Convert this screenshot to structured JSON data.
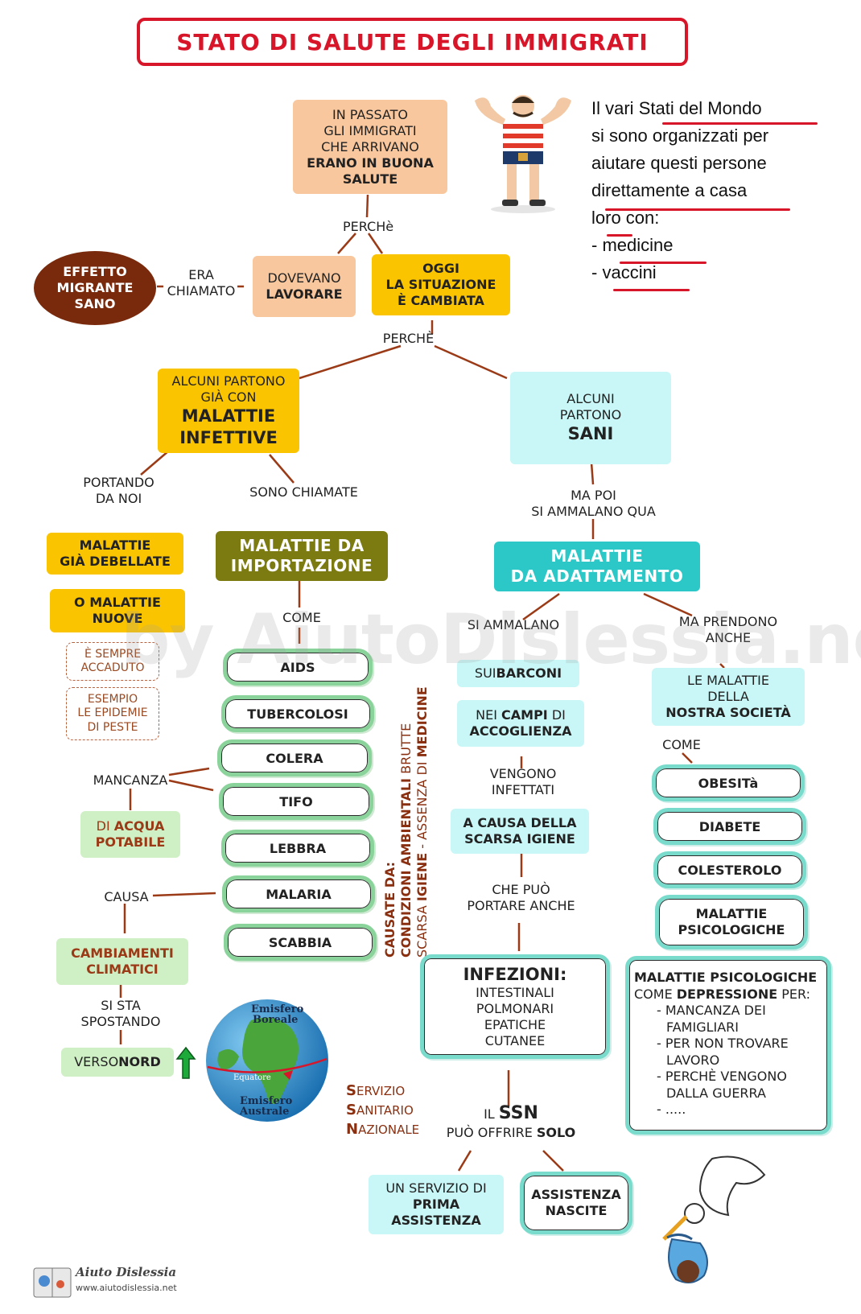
{
  "title": "STATO DI SALUTE DEGLI IMMIGRATI",
  "top_box": {
    "l1": "IN PASSATO",
    "l2": "GLI IMMIGRATI",
    "l3": "CHE ARRIVANO",
    "b1": "ERANO IN BUONA",
    "b2": "SALUTE"
  },
  "perche1": "PERCHè",
  "dovevano": {
    "l1": "DOVEVANO",
    "l2": "LAVORARE"
  },
  "oggi": {
    "l1": "OGGI",
    "l2": "LA SITUAZIONE",
    "l3": "È CAMBIATA"
  },
  "era_chiamato": {
    "l1": "ERA",
    "l2": "CHIAMATO"
  },
  "effetto": {
    "l1": "EFFETTO",
    "l2": "MIGRANTE",
    "l3": "SANO"
  },
  "perche2": "PERCHÈ",
  "side_text": {
    "l1a": "Il vari ",
    "l1b": "Stati  del Mondo",
    "l2": "si sono  organizzati per",
    "l3": "aiutare questi persone",
    "l4": "direttamente a casa",
    "l5a": "loro",
    "l5b": " con:",
    "l6a": "- ",
    "l6b": "medicine",
    "l7a": "- ",
    "l7b": "vaccini"
  },
  "alcuni_infettive": {
    "l1": "ALCUNI PARTONO",
    "l2": "GIÀ CON",
    "b1": "MALATTIE",
    "b2": "INFETTIVE"
  },
  "alcuni_sani": {
    "l1": "ALCUNI",
    "l2": "PARTONO",
    "b1": "SANI"
  },
  "portando": {
    "l1": "PORTANDO",
    "l2": "DA NOI"
  },
  "sono_chiamate": "SONO CHIAMATE",
  "ma_poi": {
    "l1": "MA POI",
    "l2": "SI AMMALANO QUA"
  },
  "debellate": {
    "l1": "MALATTIE",
    "l2": "GIÀ DEBELLATE"
  },
  "nuove": {
    "l1": "O MALATTIE",
    "l2": "NUOVE"
  },
  "importazione": {
    "l1": "MALATTIE  DA",
    "l2": "IMPORTAZIONE"
  },
  "adattamento": {
    "l1": "MALATTIE",
    "l2": "DA ADATTAMENTO"
  },
  "sempre": {
    "l1": "È SEMPRE",
    "l2": "ACCADUTO"
  },
  "esempio": {
    "l1": "ESEMPIO",
    "l2": "LE EPIDEMIE",
    "l3": "DI PESTE"
  },
  "come1": "COME",
  "diseases": [
    "AIDS",
    "TUBERCOLOSI",
    "COLERA",
    "TIFO",
    "LEBBRA",
    "MALARIA",
    "SCABBIA"
  ],
  "mancanza": "MANCANZA",
  "acqua": {
    "a": "DI ",
    "b": "ACQUA",
    "c": "POTABILE"
  },
  "causa": "CAUSA",
  "cambiamenti": {
    "l1": "CAMBIAMENTI",
    "l2": "CLIMATICI"
  },
  "si_sta": {
    "l1": "SI STA",
    "l2": "SPOSTANDO"
  },
  "verso": {
    "a": "VERSO ",
    "b": "NORD"
  },
  "globe": {
    "north": "Emisfero",
    "north2": "Boreale",
    "eq": "Equatore",
    "south": "Emisfero",
    "south2": "Australe"
  },
  "vertical": {
    "l1": "CAUSATE DA:",
    "l2a": "CONDIZIONI AMBIENTALI",
    "l2b": " BRUTTE",
    "l3a": "SCARSA ",
    "l3b": "IGIENE",
    "l3c": " - ASSENZA DI ",
    "l3d": "MEDICINE"
  },
  "si_ammalano": "SI AMMALANO",
  "barconi": {
    "a": "SUI ",
    "b": "BARCONI"
  },
  "campi": {
    "a": "NEI ",
    "b": "CAMPI",
    "c": " DI",
    "d": "ACCOGLIENZA"
  },
  "vengono": {
    "l1": "VENGONO",
    "l2": "INFETTATI"
  },
  "igiene": {
    "l1": "A CAUSA DELLA",
    "l2": "SCARSA IGIENE"
  },
  "che_puo": {
    "l1": "CHE PUÒ",
    "l2": "PORTARE ANCHE"
  },
  "infezioni": {
    "t": "INFEZIONI:",
    "l1": "INTESTINALI",
    "l2": "POLMONARI",
    "l3": "EPATICHE",
    "l4": "CUTANEE"
  },
  "ma_prendono": {
    "l1": "MA PRENDONO",
    "l2": "ANCHE"
  },
  "societa": {
    "l1": "LE MALATTIE",
    "l2": "DELLA",
    "b": "NOSTRA SOCIETÀ"
  },
  "come2": "COME",
  "society_diseases": [
    "OBESITà",
    "DIABETE",
    "COLESTEROLO"
  ],
  "psico_pill": {
    "l1": "MALATTIE",
    "l2": "PSICOLOGICHE"
  },
  "psico_box": {
    "t": "MALATTIE PSICOLOGICHE",
    "l1a": "COME ",
    "l1b": "DEPRESSIONE",
    "l1c": " PER:",
    "i1": "- MANCANZA DEI",
    "i1b": "FAMIGLIARI",
    "i2": "- PER  NON TROVARE",
    "i2b": "LAVORO",
    "i3": "- PERCHÈ VENGONO",
    "i3b": "DALLA GUERRA",
    "i4": "-  ....."
  },
  "ssn_letters": {
    "s": "S",
    "s2": "ERVIZIO",
    "a": "S",
    "a2": "ANITARIO",
    "n": "N",
    "n2": "AZIONALE"
  },
  "ssn": {
    "a": "IL ",
    "b": "SSN",
    "c": "PUÒ OFFRIRE ",
    "d": "SOLO"
  },
  "servizio": {
    "l1": "UN SERVIZIO DI",
    "b1": "PRIMA",
    "b2": "ASSISTENZA"
  },
  "nascite": {
    "l1": "ASSISTENZA",
    "l2": "NASCITE"
  },
  "watermark": "by AiutoDislessia.net",
  "footer": {
    "brand": "Aiuto Dislessia",
    "url": "www.aiutodislessia.net"
  },
  "colors": {
    "title_red": "#d8162a",
    "peach": "#f9c79d",
    "yellow": "#fbc400",
    "cyan": "#c9f7f7",
    "teal": "#2cc8c8",
    "olive": "#7b7b12",
    "green": "#8ad39a",
    "brown": "#7a2a0c"
  }
}
